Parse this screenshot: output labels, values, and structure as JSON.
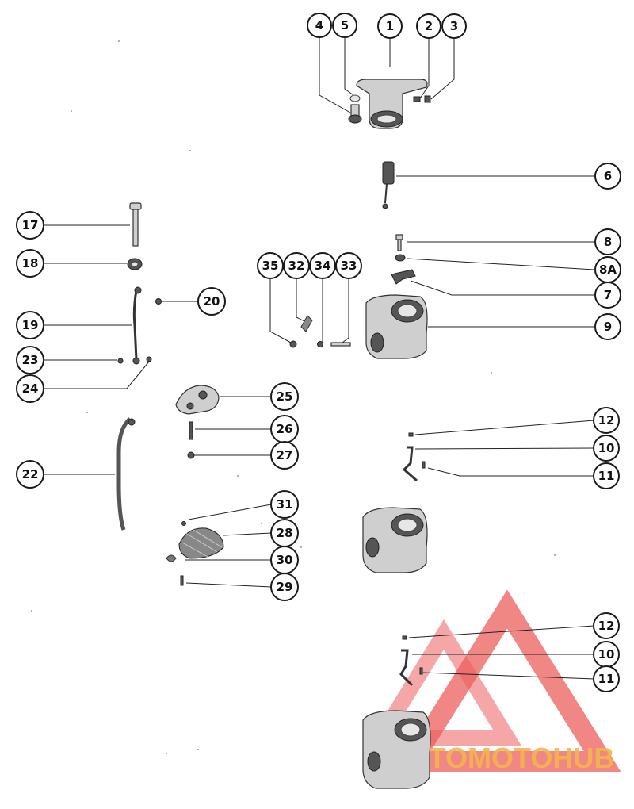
{
  "callouts": [
    {
      "id": "c4",
      "label": "4"
    },
    {
      "id": "c5",
      "label": "5"
    },
    {
      "id": "c1",
      "label": "1"
    },
    {
      "id": "c2",
      "label": "2"
    },
    {
      "id": "c3",
      "label": "3"
    },
    {
      "id": "c6",
      "label": "6"
    },
    {
      "id": "c17",
      "label": "17"
    },
    {
      "id": "c18",
      "label": "18"
    },
    {
      "id": "c8",
      "label": "8"
    },
    {
      "id": "c8A",
      "label": "8A"
    },
    {
      "id": "c35",
      "label": "35"
    },
    {
      "id": "c32",
      "label": "32"
    },
    {
      "id": "c34",
      "label": "34"
    },
    {
      "id": "c33",
      "label": "33"
    },
    {
      "id": "c7",
      "label": "7"
    },
    {
      "id": "c20",
      "label": "20"
    },
    {
      "id": "c19",
      "label": "19"
    },
    {
      "id": "c9",
      "label": "9"
    },
    {
      "id": "c23",
      "label": "23"
    },
    {
      "id": "c24",
      "label": "24"
    },
    {
      "id": "c25",
      "label": "25"
    },
    {
      "id": "c12a",
      "label": "12"
    },
    {
      "id": "c26",
      "label": "26"
    },
    {
      "id": "c10a",
      "label": "10"
    },
    {
      "id": "c27",
      "label": "27"
    },
    {
      "id": "c11a",
      "label": "11"
    },
    {
      "id": "c22",
      "label": "22"
    },
    {
      "id": "c31",
      "label": "31"
    },
    {
      "id": "c28",
      "label": "28"
    },
    {
      "id": "c30",
      "label": "30"
    },
    {
      "id": "c29",
      "label": "29"
    },
    {
      "id": "c12b",
      "label": "12"
    },
    {
      "id": "c10b",
      "label": "10"
    },
    {
      "id": "c11b",
      "label": "11"
    }
  ],
  "watermark": {
    "text": "AUTOMOTOHUB",
    "color_primary": "#e8433f",
    "color_secondary": "#f0a830",
    "color_dark": "#555555"
  }
}
